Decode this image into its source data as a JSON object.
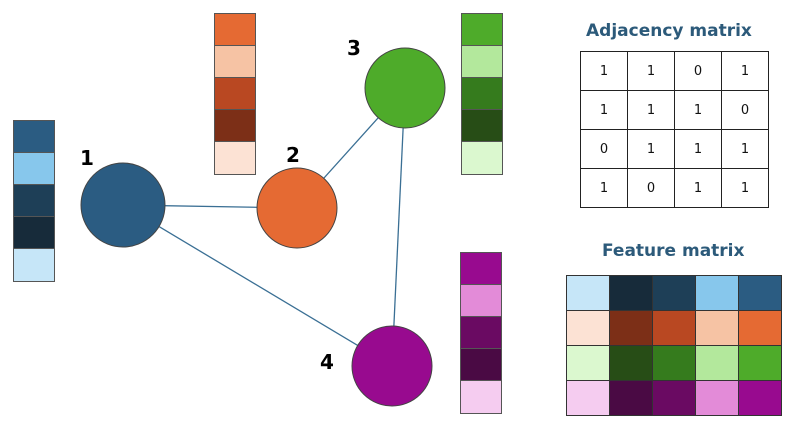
{
  "colors": {
    "node_1": "#2b5c82",
    "node_2": "#e56a33",
    "node_3": "#4eab2a",
    "node_4": "#980a8f",
    "edge": "#3a6f94",
    "title": "#2c5a7a"
  },
  "nodes": [
    {
      "id": "1",
      "label": "1"
    },
    {
      "id": "2",
      "label": "2"
    },
    {
      "id": "3",
      "label": "3"
    },
    {
      "id": "4",
      "label": "4"
    }
  ],
  "edges": [
    [
      "1",
      "2"
    ],
    [
      "1",
      "4"
    ],
    [
      "2",
      "3"
    ],
    [
      "3",
      "4"
    ]
  ],
  "node_features": {
    "1": [
      "#2b5c82",
      "#87c7ec",
      "#1e3f57",
      "#172b3a",
      "#c6e6f8"
    ],
    "2": [
      "#e56a33",
      "#f6c3a4",
      "#b94822",
      "#7c2f17",
      "#fce2d4"
    ],
    "3": [
      "#4eab2a",
      "#b3e89c",
      "#357b1d",
      "#274d16",
      "#dbf8cf"
    ],
    "4": [
      "#980a8f",
      "#e38bd8",
      "#6a0a62",
      "#4a0a44",
      "#f5ccf0"
    ]
  },
  "adjacency_matrix": {
    "title": "Adjacency matrix",
    "rows": [
      [
        "1",
        "1",
        "0",
        "1"
      ],
      [
        "1",
        "1",
        "1",
        "0"
      ],
      [
        "0",
        "1",
        "1",
        "1"
      ],
      [
        "1",
        "0",
        "1",
        "1"
      ]
    ]
  },
  "feature_matrix": {
    "title": "Feature matrix",
    "rows": [
      [
        "#c6e6f8",
        "#172b3a",
        "#1e3f57",
        "#87c7ec",
        "#2b5c82"
      ],
      [
        "#fce2d4",
        "#7c2f17",
        "#b94822",
        "#f6c3a4",
        "#e56a33"
      ],
      [
        "#dbf8cf",
        "#274d16",
        "#357b1d",
        "#b3e89c",
        "#4eab2a"
      ],
      [
        "#f5ccf0",
        "#4a0a44",
        "#6a0a62",
        "#e38bd8",
        "#980a8f"
      ]
    ]
  }
}
